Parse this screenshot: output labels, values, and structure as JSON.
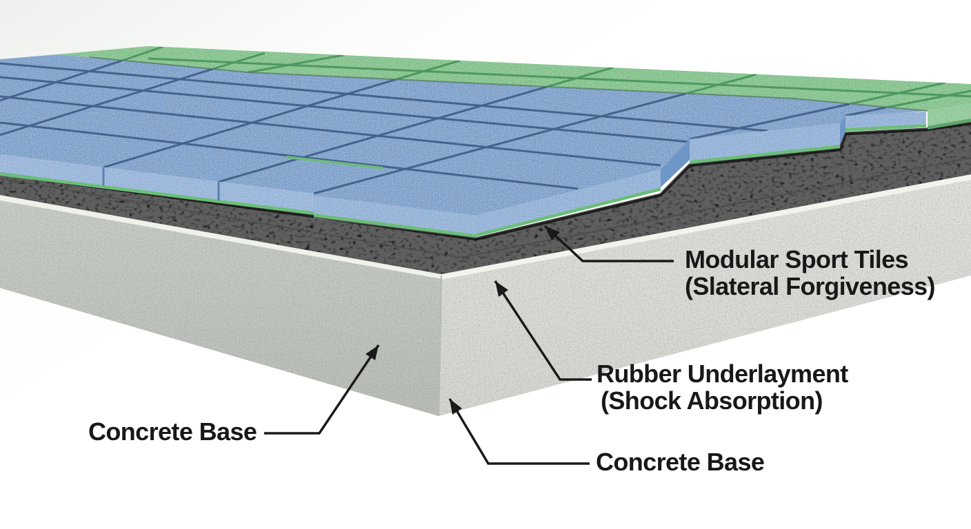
{
  "diagram": {
    "type": "layer-cutaway-illustration",
    "callouts": {
      "modular_tiles": {
        "line1": "Modular Sport Tiles",
        "line2": "(Slateral Forgiveness)"
      },
      "rubber_underlayment": {
        "line1": "Rubber Underlayment",
        "line2": "(Shock Absorption)"
      },
      "concrete_base_left": {
        "text": "Concrete Base"
      },
      "concrete_base_bottom": {
        "text": "Concrete Base"
      }
    },
    "layers": [
      {
        "id": "modular-sport-tiles",
        "label": "Modular Sport Tiles",
        "tile_blue": "#6190c3",
        "tile_green": "#68b974"
      },
      {
        "id": "rubber-underlayment",
        "label": "Rubber Underlayment",
        "color": "#1c1c1c"
      },
      {
        "id": "concrete-base",
        "label": "Concrete Base",
        "front_face": "#ccd0ca",
        "side_face": "#e2e5df"
      }
    ],
    "colors": {
      "background": "#ffffff",
      "label_text": "#181818",
      "leader_line": "#1a1a1a",
      "tile_underlayer_green": "#6cbd7a"
    }
  }
}
